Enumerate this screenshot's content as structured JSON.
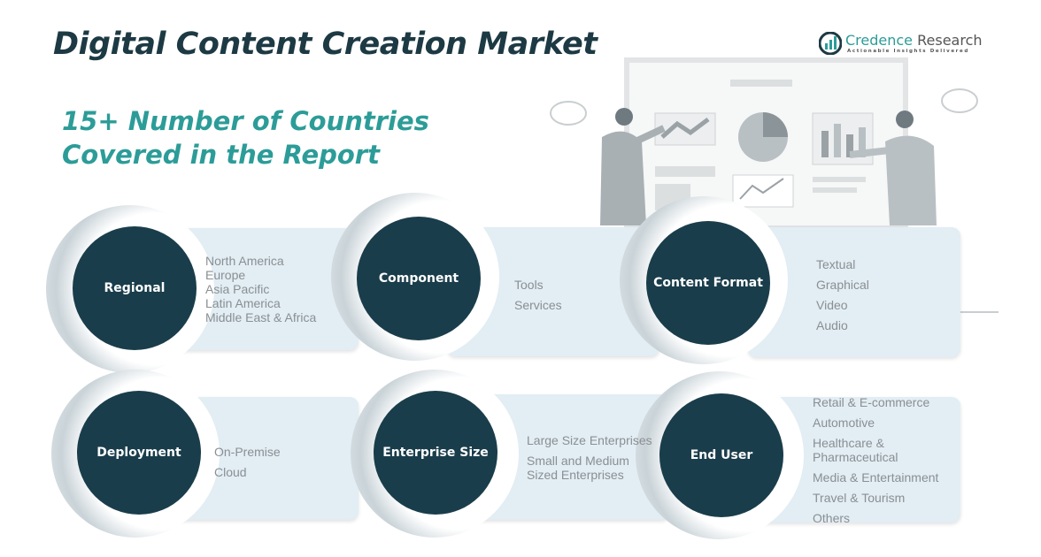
{
  "title": "Digital Content Creation Market",
  "subtitle_line1": "15+ Number of Countries",
  "subtitle_line2": "Covered in the Report",
  "logo": {
    "name_part1": "Credence",
    "name_part2": " Research",
    "tagline": "Actionable Insights Delivered"
  },
  "colors": {
    "dark": "#1a3d4b",
    "teal": "#2c9c98",
    "panel": "#e2eef4"
  },
  "segments": [
    {
      "label": "Regional",
      "items": [
        "North America",
        "Europe",
        "Asia Pacific",
        "Latin America",
        "Middle East & Africa"
      ]
    },
    {
      "label": "Component",
      "items": [
        "Tools",
        "Services"
      ]
    },
    {
      "label": "Content Format",
      "items": [
        "Textual",
        "Graphical",
        "Video",
        "Audio"
      ]
    },
    {
      "label": "Deployment",
      "items": [
        "On-Premise",
        "Cloud"
      ]
    },
    {
      "label": "Enterprise Size",
      "items": [
        "Large Size Enterprises",
        "Small and Medium Sized Enterprises"
      ]
    },
    {
      "label": "End User",
      "items": [
        "Retail & E-commerce",
        "Automotive",
        "Healthcare & Pharmaceutical",
        "Media & Entertainment",
        "Travel & Tourism",
        "Others"
      ]
    }
  ]
}
